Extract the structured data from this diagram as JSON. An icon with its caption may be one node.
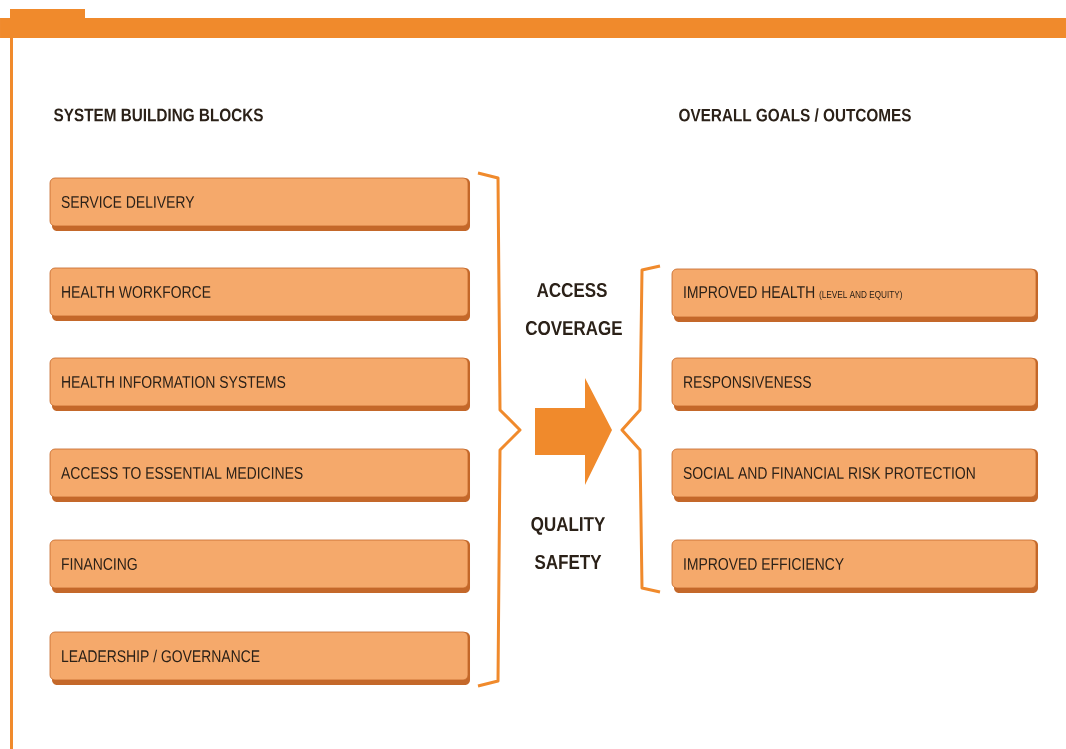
{
  "diagram": {
    "nodes": [
      {
        "text": [
          "SERVICE DELIVERY"
        ]
      },
      {
        "text": [
          "HEALTH WORKFORCE"
        ]
      },
      {
        "text": [
          "HEALTH INFORMATION SYSTEMS"
        ]
      },
      {
        "text": [
          "ACCESS TO ESSENTIAL MEDICINES"
        ]
      },
      {
        "text": [
          "FINANCING"
        ]
      },
      {
        "text": [
          "LEADERSHIP / GOVERNANCE"
        ]
      },
      {
        "text": [
          "IMPROVED HEALTH",
          "(LEVEL AND EQUITY)"
        ]
      },
      {
        "text": [
          "RESPONSIVENESS"
        ]
      },
      {
        "text": [
          "SOCIAL AND FINANCIAL RISK PROTECTION"
        ]
      },
      {
        "text": [
          "IMPROVED EFFICIENCY"
        ]
      }
    ],
    "labels": [
      "SYSTEM BUILDING BLOCKS",
      "OVERALL GOALS / OUTCOMES",
      "ACCESS COVERAGE",
      "QUALITY SAFETY"
    ]
  }
}
